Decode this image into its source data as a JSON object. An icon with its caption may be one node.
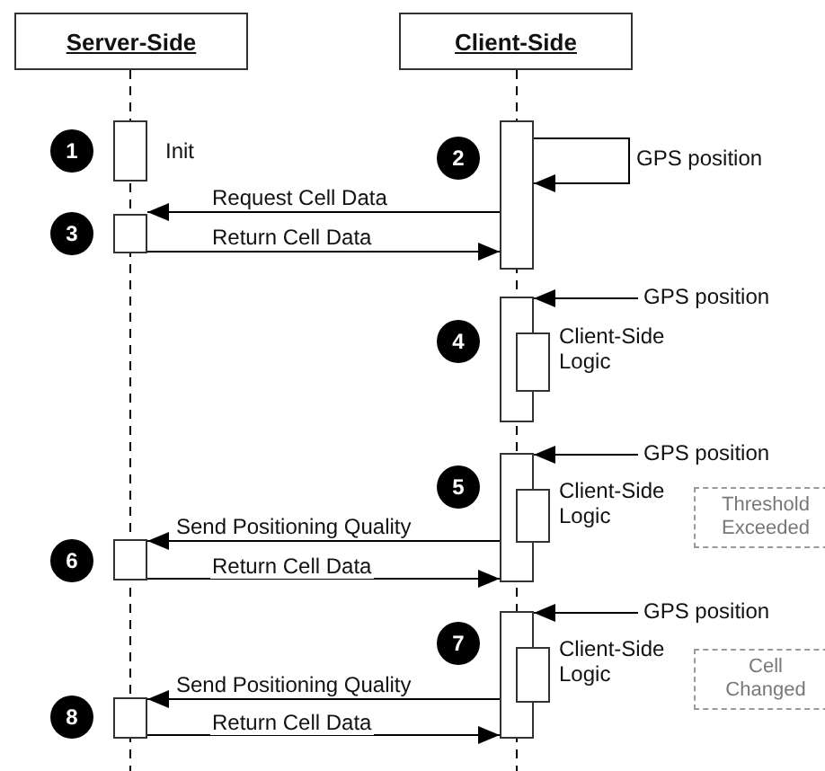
{
  "diagram": {
    "nodes": [
      {
        "text": [
          "Server-Side"
        ]
      },
      {
        "text": [
          "Client-Side"
        ]
      },
      {
        "text": [
          "1"
        ]
      },
      {
        "text": [],
        "shape": "bar",
        "beside": [
          "Init"
        ]
      },
      {
        "text": [
          "2"
        ]
      },
      {
        "text": [],
        "shape": "bar"
      },
      {
        "text": [
          "3"
        ]
      },
      {
        "text": [],
        "shape": "bar"
      },
      {
        "text": [
          "4"
        ]
      },
      {
        "text": [],
        "shape": "bar"
      },
      {
        "text": [],
        "shape": "bar",
        "beside": [
          "Client-Side Logic"
        ]
      },
      {
        "text": [
          "5"
        ]
      },
      {
        "text": [],
        "shape": "bar"
      },
      {
        "text": [],
        "shape": "bar",
        "beside": [
          "Client-Side Logic"
        ]
      },
      {
        "text": [
          "Threshold Exceeded"
        ]
      },
      {
        "text": [
          "6"
        ]
      },
      {
        "text": [],
        "shape": "bar"
      },
      {
        "text": [
          "7"
        ]
      },
      {
        "text": [],
        "shape": "bar"
      },
      {
        "text": [],
        "shape": "bar",
        "beside": [
          "Client-Side Logic"
        ]
      },
      {
        "text": [
          "Cell Changed"
        ]
      },
      {
        "text": [
          "8"
        ]
      },
      {
        "text": [],
        "shape": "bar"
      }
    ],
    "edges": [
      {
        "from": 5,
        "to": 5,
        "arrow": "to",
        "label": "GPS position"
      },
      {
        "from": 5,
        "to": 7,
        "arrow": "to",
        "label": "Request Cell Data"
      },
      {
        "from": 7,
        "to": 5,
        "arrow": "to",
        "label": "Return Cell Data"
      },
      {
        "from": null,
        "to": 9,
        "arrow": "to",
        "label": "GPS position"
      },
      {
        "from": null,
        "to": 12,
        "arrow": "to",
        "label": "GPS position"
      },
      {
        "from": 12,
        "to": 16,
        "arrow": "to",
        "label": "Send Positioning Quality"
      },
      {
        "from": 16,
        "to": 12,
        "arrow": "to",
        "label": "Return Cell Data"
      },
      {
        "from": null,
        "to": 18,
        "arrow": "to",
        "label": "GPS position"
      },
      {
        "from": 18,
        "to": 22,
        "arrow": "to",
        "label": "Send Positioning Quality"
      },
      {
        "from": 22,
        "to": 18,
        "arrow": "to",
        "label": "Return Cell Data"
      }
    ]
  }
}
